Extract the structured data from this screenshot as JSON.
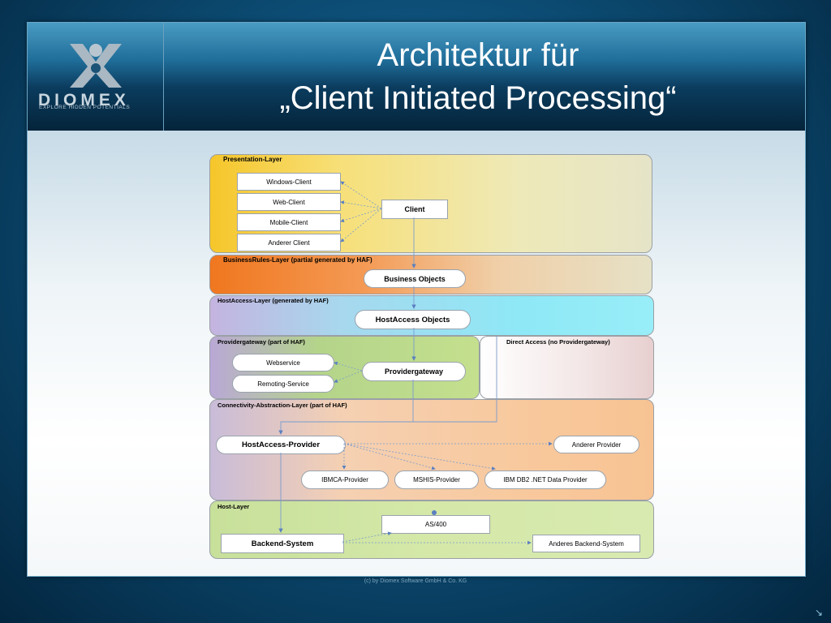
{
  "header": {
    "logo_text": "DIOMEX",
    "logo_tagline": "EXPLORE HIDDEN POTENTIALS",
    "title_line1": "Architektur für",
    "title_line2": "„Client Initiated Processing“"
  },
  "layers": {
    "presentation": "Presentation-Layer",
    "businessrules": "BusinessRules-Layer (partial generated by HAF)",
    "hostaccess": "HostAccess-Layer (generated by HAF)",
    "providergateway": "Providergateway (part of HAF)",
    "direct_access": "Direct Access (no Providergateway)",
    "connectivity": "Connectivity-Abstraction-Layer (part of HAF)",
    "host": "Host-Layer"
  },
  "nodes": {
    "windows_client": "Windows-Client",
    "web_client": "Web-Client",
    "mobile_client": "Mobile-Client",
    "anderer_client": "Anderer Client",
    "client": "Client",
    "business_objects": "Business Objects",
    "hostaccess_objects": "HostAccess Objects",
    "webservice": "Webservice",
    "remoting_service": "Remoting-Service",
    "providergateway": "Providergateway",
    "hostaccess_provider": "HostAccess-Provider",
    "anderer_provider": "Anderer Provider",
    "ibmca_provider": "IBMCA-Provider",
    "mshis_provider": "MSHIS-Provider",
    "ibm_db2_provider": "IBM DB2 .NET Data Provider",
    "as400": "AS/400",
    "backend_system": "Backend-System",
    "anderes_backend": "Anderes Backend-System"
  },
  "footer": "(c) by Diomex Software GmbH & Co. KG",
  "colors": {
    "accent_blue": "#0d4f78",
    "presentation_fill": "#f3d44a",
    "businessrules_fill": "#f07a2a",
    "hostaccess_fill": "#8fe3f2",
    "providergateway_fill": "#b6d77a",
    "connectivity_fill": "#f8c79a",
    "host_fill": "#cfe59e",
    "arrow": "#6b8fc4"
  }
}
